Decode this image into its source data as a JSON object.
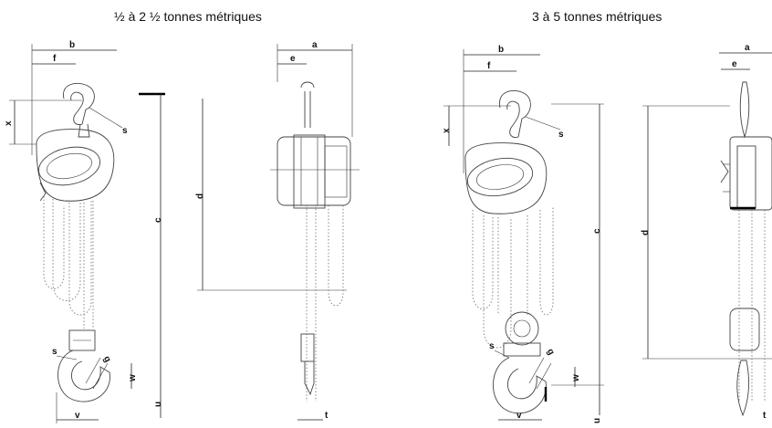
{
  "titles": {
    "left": "½ à 2 ½ tonnes métriques",
    "right": "3 à 5 tonnes métriques"
  },
  "labels": {
    "a": "a",
    "b": "b",
    "c": "c",
    "d": "d",
    "e": "e",
    "f": "f",
    "g": "g",
    "s": "s",
    "t": "t",
    "u": "u",
    "v": "v",
    "w": "w",
    "x": "x"
  }
}
